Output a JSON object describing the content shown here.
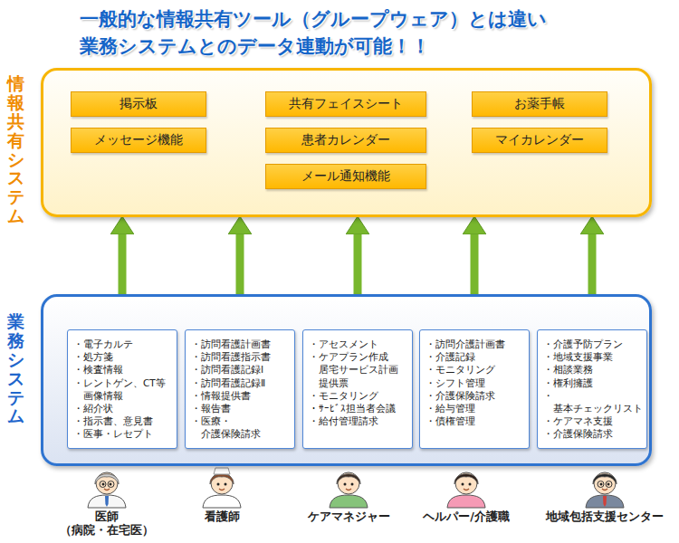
{
  "diagram": {
    "title": "一般的な情報共有ツール（グループウェア）とは違い 業務システムとのデータ連動が可能！！",
    "nodes": [
      {
        "text": [
          "情報共有システム"
        ]
      },
      {
        "text": [
          "掲示板"
        ],
        "in": 0
      },
      {
        "text": [
          "共有フェイスシート"
        ],
        "in": 0
      },
      {
        "text": [
          "お薬手帳"
        ],
        "in": 0
      },
      {
        "text": [
          "メッセージ機能"
        ],
        "in": 0
      },
      {
        "text": [
          "患者カレンダー"
        ],
        "in": 0
      },
      {
        "text": [
          "マイカレンダー"
        ],
        "in": 0
      },
      {
        "text": [
          "メール通知機能"
        ],
        "in": 0
      },
      {
        "text": [
          "業務システム"
        ]
      },
      {
        "text": [
          "・電子カルテ",
          "・処方箋",
          "・検査情報",
          "・レントゲン、CT等 画像情報",
          "・紹介状",
          "・指示書、意見書",
          "・医事・レセプト"
        ],
        "in": 8
      },
      {
        "text": [
          "・訪問看護計画書",
          "・訪問看護指示書",
          "・訪問看護記録Ⅰ",
          "・訪問看護記録Ⅱ",
          "・情報提供書",
          "・報告書",
          "・医療・介護保険請求"
        ],
        "in": 8
      },
      {
        "text": [
          "・アセスメント",
          "・ケアプラン作成 居宅サービス計画 提供票",
          "・モニタリング",
          "・ｻｰﾋﾞｽ担当者会議",
          "・給付管理請求"
        ],
        "in": 8
      },
      {
        "text": [
          "・訪問介護計画書",
          "・介護記録",
          "・モニタリング",
          "・シフト管理",
          "・介護保険請求",
          "・給与管理",
          "・債権管理"
        ],
        "in": 8
      },
      {
        "text": [
          "・介護予防プラン",
          "・地域支援事業",
          "・相談業務",
          "・権利擁護",
          "・基本チェックリスト",
          "・ケアマネ支援",
          "・介護保険請求"
        ],
        "in": 8
      }
    ],
    "edges": [
      {
        "from": 0,
        "to": 9,
        "arrow": "both"
      },
      {
        "from": 0,
        "to": 10,
        "arrow": "both"
      },
      {
        "from": 0,
        "to": 11,
        "arrow": "both"
      },
      {
        "from": 0,
        "to": 12,
        "arrow": "both"
      },
      {
        "from": 0,
        "to": 13,
        "arrow": "both"
      }
    ],
    "labels": [
      "医師 （病院・在宅医）",
      "看護師",
      "ケアマネジャー",
      "ヘルパー/介護職",
      "地域包括支援センター"
    ]
  }
}
